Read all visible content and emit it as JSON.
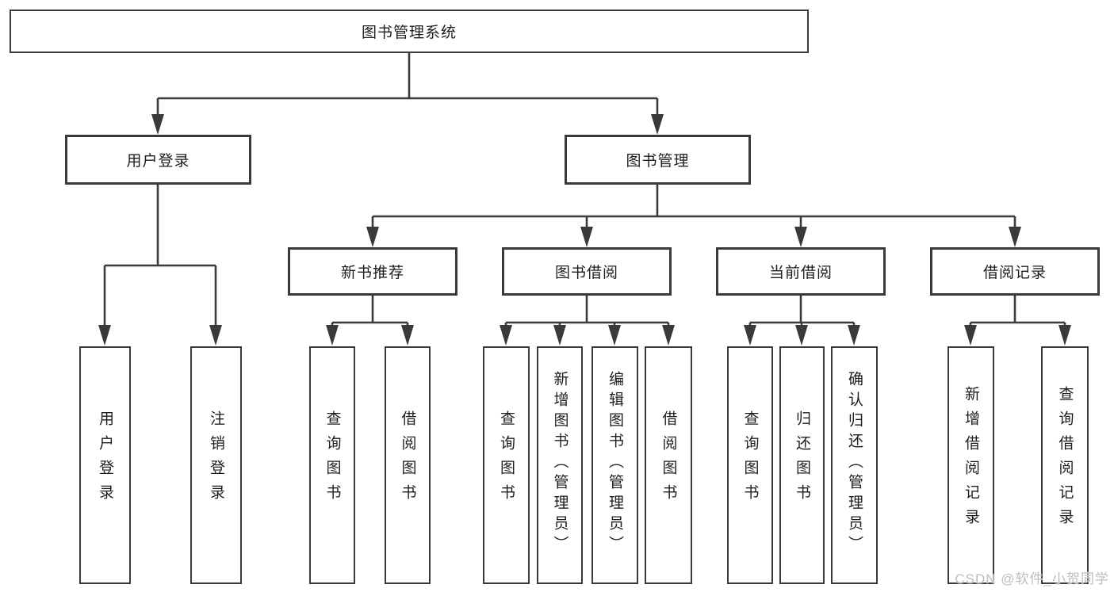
{
  "colors": {
    "line": "#3a3a3a",
    "border": "#3a3a3a",
    "text": "#1d1d1d",
    "box_background": "#ffffff",
    "watermark": "#bdbdbd"
  },
  "watermark": {
    "text": "CSDN @软件_小贺同学"
  },
  "tree": {
    "root": {
      "label": "图书管理系统"
    },
    "branches": [
      {
        "label": "用户登录",
        "children": [
          {
            "label": "用户登录"
          },
          {
            "label": "注销登录"
          }
        ]
      },
      {
        "label": "图书管理",
        "sections": [
          {
            "label": "新书推荐",
            "children": [
              {
                "label": "查询图书"
              },
              {
                "label": "借阅图书"
              }
            ]
          },
          {
            "label": "图书借阅",
            "children": [
              {
                "label": "查询图书"
              },
              {
                "label": "新增图书（管理员）"
              },
              {
                "label": "编辑图书（管理员）"
              },
              {
                "label": "借阅图书"
              }
            ]
          },
          {
            "label": "当前借阅",
            "children": [
              {
                "label": "查询图书"
              },
              {
                "label": "归还图书"
              },
              {
                "label": "确认归还（管理员）"
              }
            ]
          },
          {
            "label": "借阅记录",
            "children": [
              {
                "label": "新增借阅记录"
              },
              {
                "label": "查询借阅记录"
              }
            ]
          }
        ]
      }
    ]
  }
}
